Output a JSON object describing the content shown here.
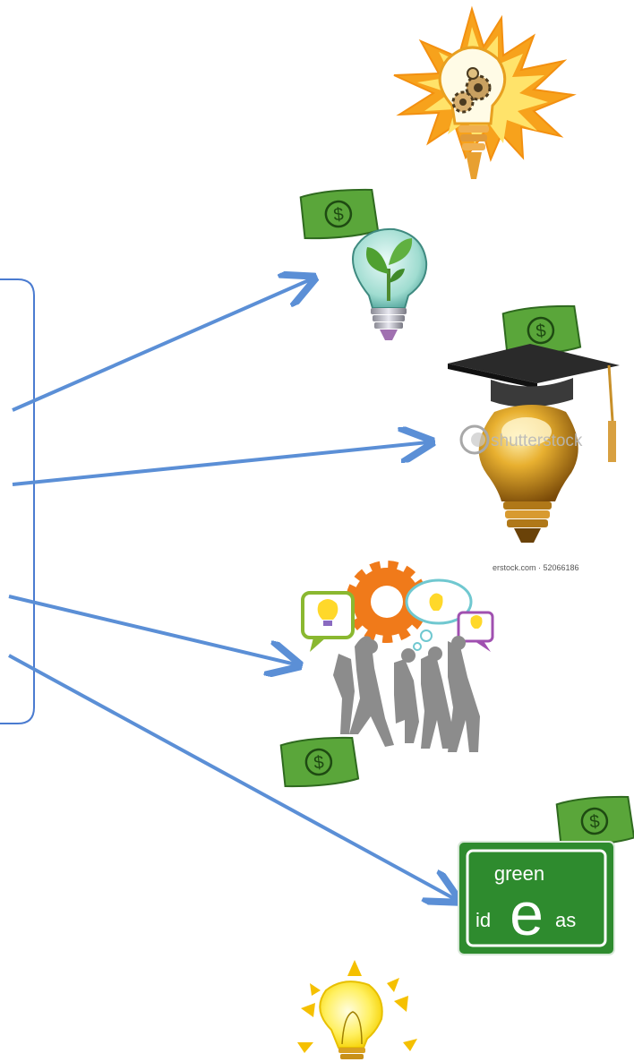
{
  "watermark": {
    "brand": "shutterstock",
    "footer": "erstock.com · 52066186"
  },
  "green_ideas_sign": {
    "line1": "green",
    "left": "id",
    "letter_e": "e",
    "right": "as"
  },
  "money_symbol": "$",
  "colors": {
    "arrow": "#5b8fd6",
    "container_border": "#4a7bd0",
    "sign_bg": "#2e8b2e",
    "money_bg": "#5aa63a",
    "lamp_yellow": "#ffe640",
    "gear_orange": "#f07a1a"
  },
  "icons": [
    "sunburst-bulb-gears-icon",
    "plant-bulb-icon",
    "graduation-bulb-icon",
    "people-ideas-gear-icon",
    "green-ideas-sign-icon",
    "glowing-bulb-icon",
    "money-bill-icon"
  ]
}
